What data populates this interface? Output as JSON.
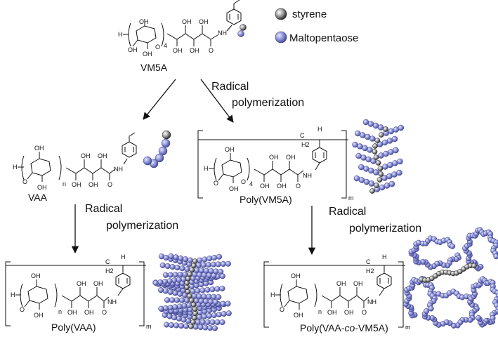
{
  "legend": [
    {
      "name": "styrene",
      "color": "#2a2a2a"
    },
    {
      "name": "Maltopentaose",
      "color": "#8a8fd6"
    }
  ],
  "monomer": {
    "name": "VM5A",
    "repeat": "4"
  },
  "steps": [
    {
      "text_line1": "Radical",
      "text_line2": "polymerization"
    },
    {
      "text_line1": "Radical",
      "text_line2": "polymerization"
    },
    {
      "text_line1": "Radical",
      "text_line2": "polymerization"
    }
  ],
  "structures": [
    {
      "id": "VAA",
      "name": "VAA",
      "repeat": "n"
    },
    {
      "id": "PolyVM5A",
      "name": "Poly(VM5A)",
      "repeat": "4",
      "outer": "m"
    },
    {
      "id": "PolyVAA",
      "name": "Poly(VAA)",
      "repeat": "n",
      "outer": "m"
    },
    {
      "id": "PolyCo",
      "name_prefix": "Poly(VAA-",
      "name_italic": "co",
      "name_suffix": "-VM5A)",
      "repeat": "n",
      "outer": "m"
    }
  ],
  "atoms": {
    "H": "H",
    "OH": "OH",
    "O": "O",
    "NH": "NH",
    "CH": "H",
    "CH2": "C",
    "H2": "H2",
    "C": "C"
  }
}
